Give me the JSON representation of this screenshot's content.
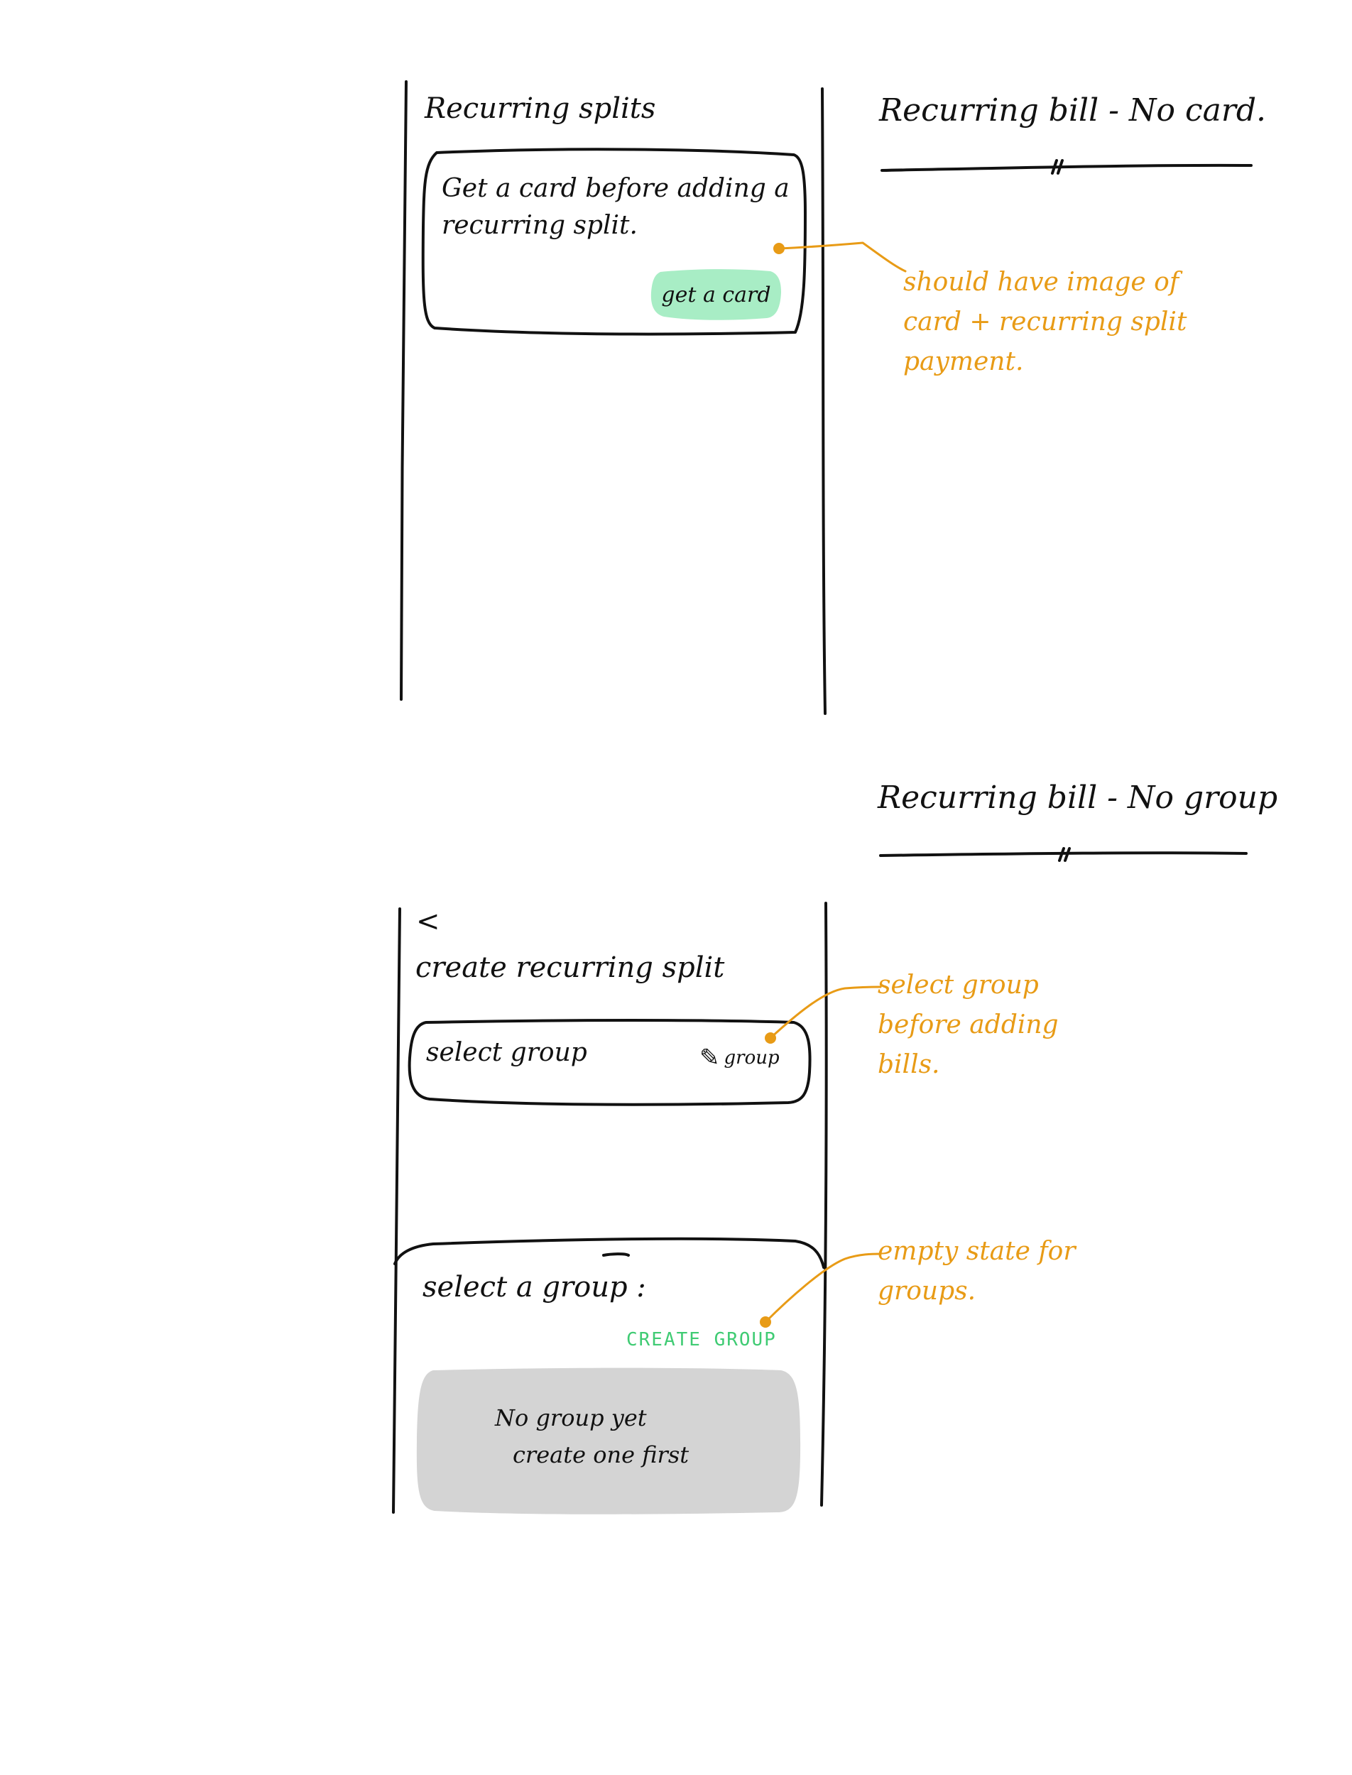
{
  "colors": {
    "ink": "#111111",
    "annotation": "#E89B16",
    "button_fill": "#A8EDC5",
    "empty_state_fill": "#D4D4D4",
    "create_link": "#3FCB73"
  },
  "frame1": {
    "header": "Recurring splits",
    "card_text": "Get a card before adding a recurring split.",
    "button_label": "get a card"
  },
  "frame1_title": "Recurring bill - No card.",
  "frame1_note": "should have image of card + recurring split payment.",
  "frame2": {
    "back_icon": "chevron-left-icon",
    "back_symbol": "<",
    "title": "create recurring split",
    "select_label": "select group",
    "edit_icon": "pencil-icon",
    "edit_label": "group",
    "sheet_title": "select a group :",
    "create_link": "CREATE GROUP",
    "empty_line1": "No group yet",
    "empty_line2": "create one first"
  },
  "frame2_title": "Recurring bill - No group",
  "frame2_note1": "select group before adding bills.",
  "frame2_note2": "empty state for groups."
}
